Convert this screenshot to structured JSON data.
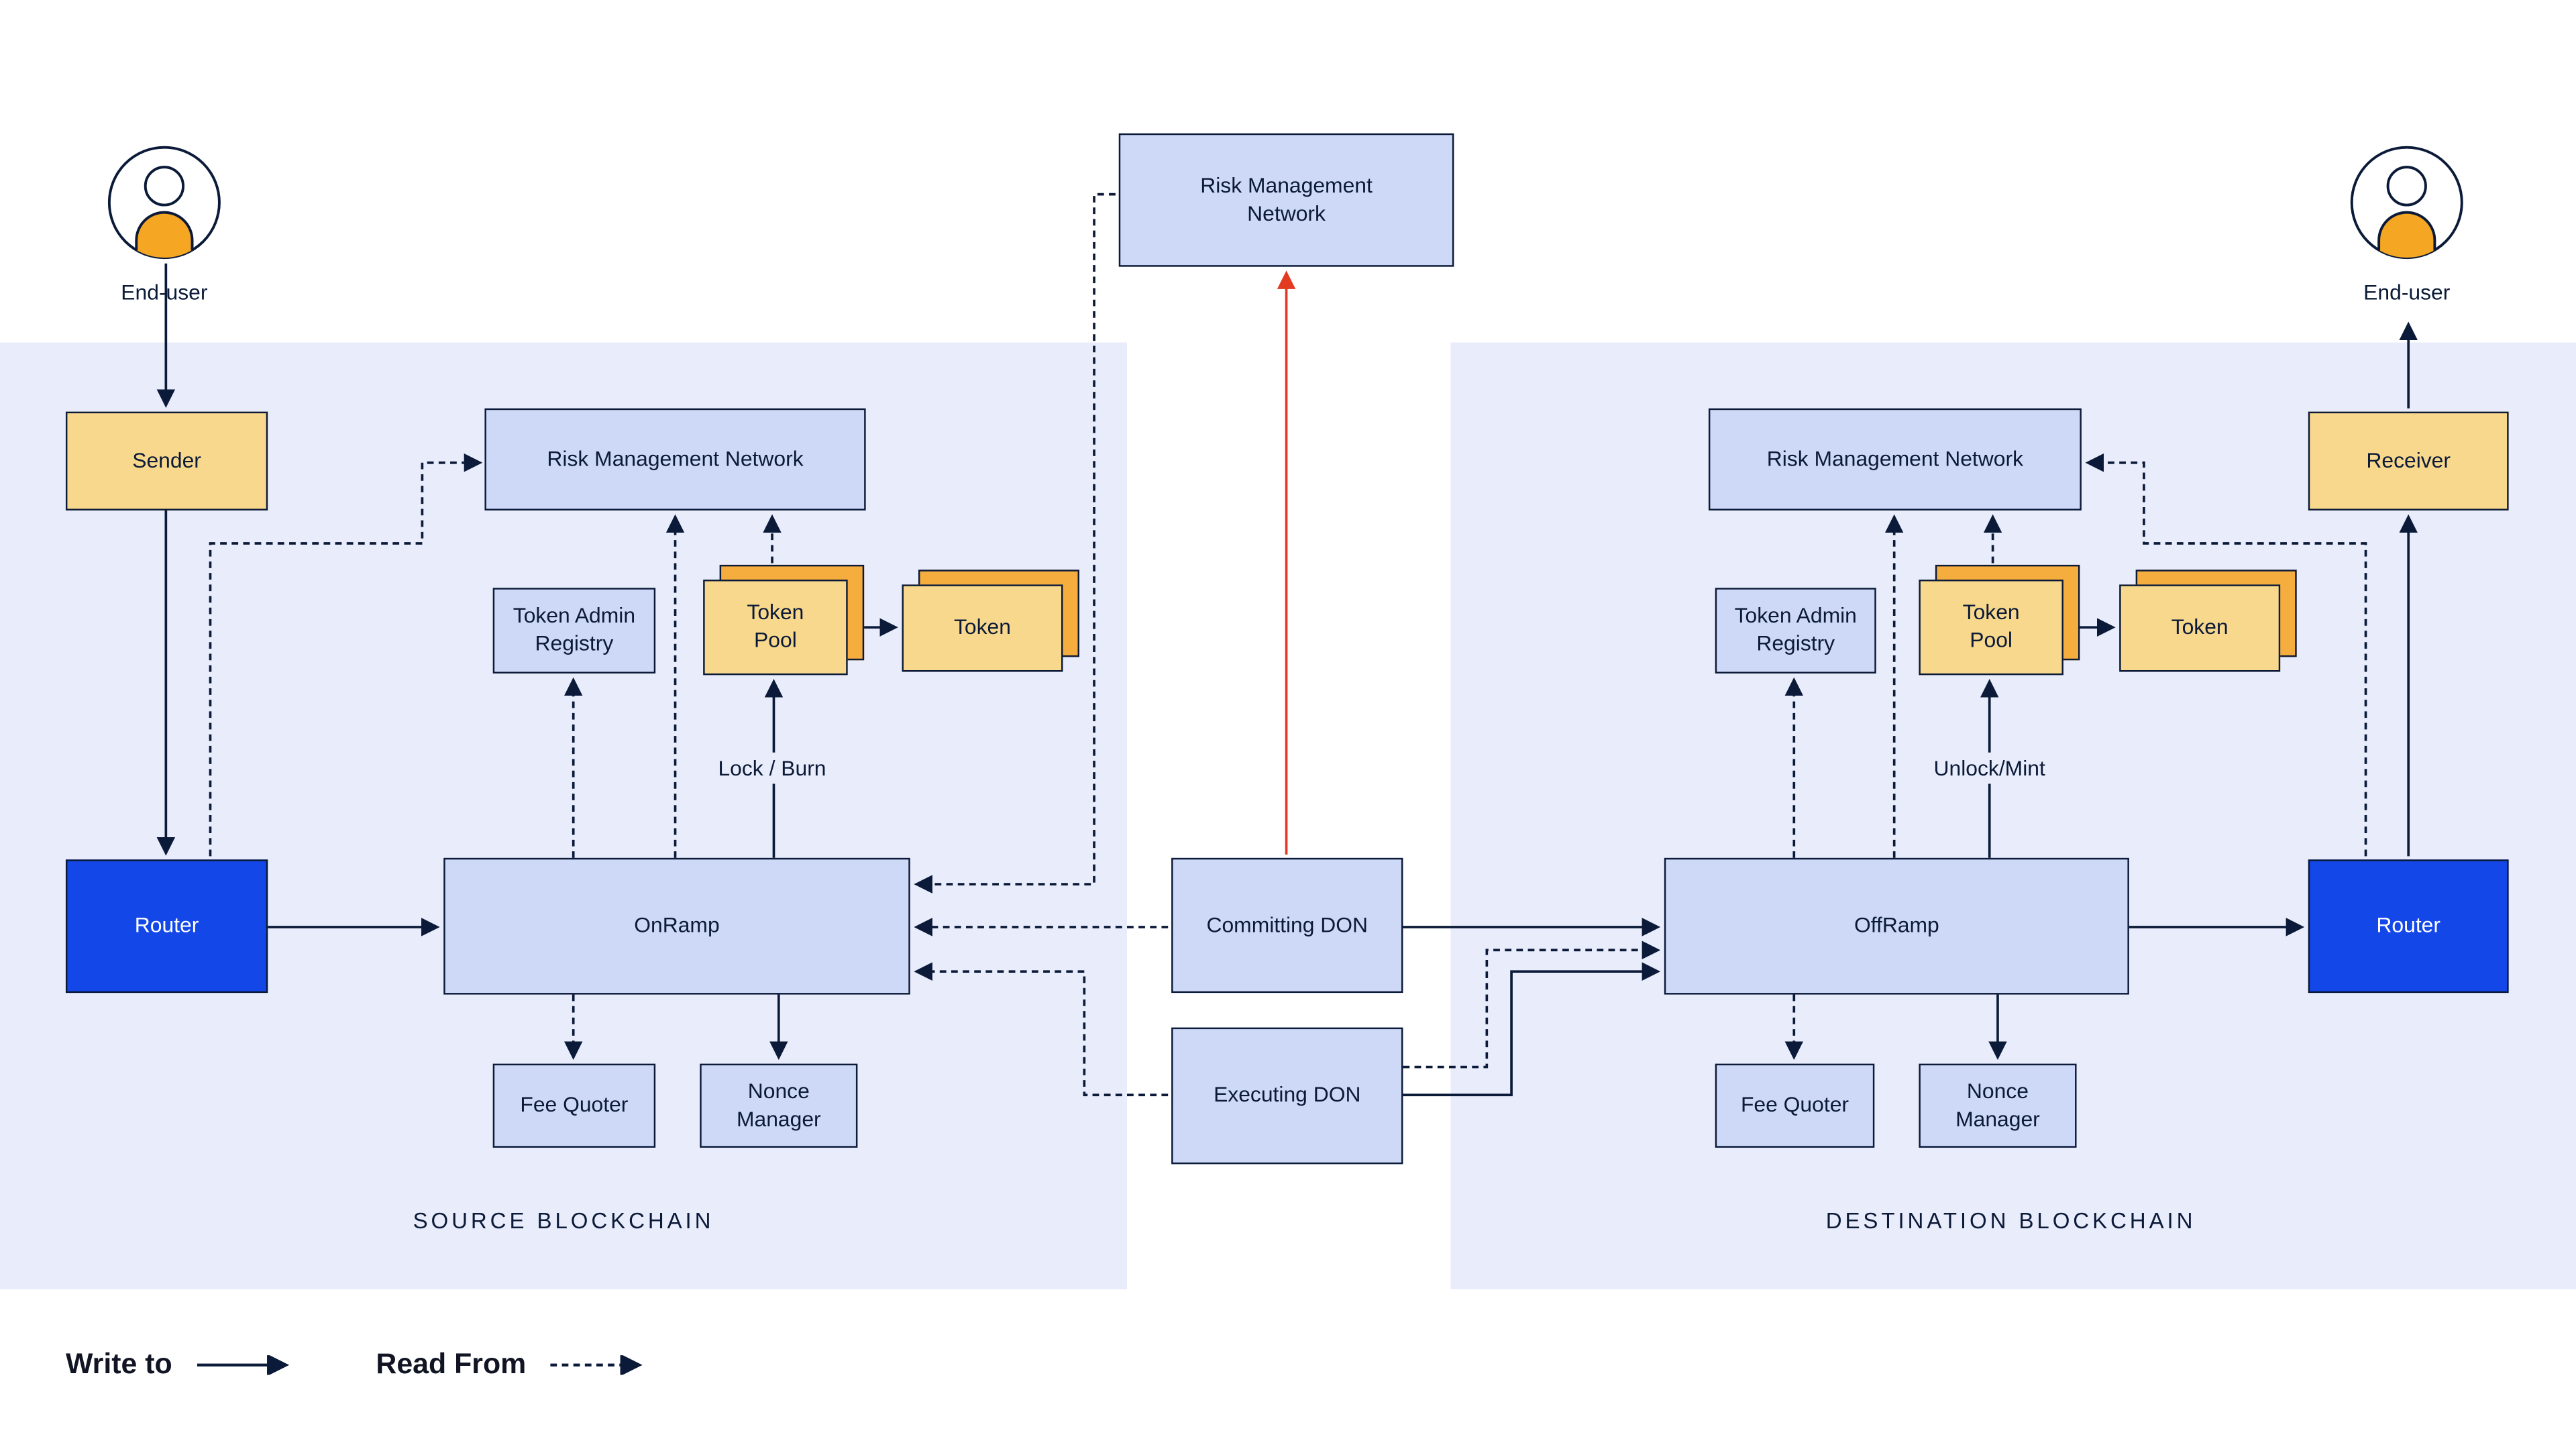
{
  "legend": {
    "write_to": "Write to",
    "read_from": "Read From"
  },
  "risk_management_network_top": "Risk Management Network",
  "center": {
    "committing_don": "Committing DON",
    "executing_don": "Executing DON"
  },
  "source": {
    "section_label": "SOURCE BLOCKCHAIN",
    "end_user": "End-user",
    "sender": "Sender",
    "router": "Router",
    "risk_management_network": "Risk Management Network",
    "token_admin_registry": "Token Admin Registry",
    "token_pool": "Token Pool",
    "token": "Token",
    "onramp": "OnRamp",
    "fee_quoter": "Fee Quoter",
    "nonce_manager": "Nonce Manager",
    "token_action": "Lock / Burn"
  },
  "destination": {
    "section_label": "DESTINATION BLOCKCHAIN",
    "end_user": "End-user",
    "receiver": "Receiver",
    "router": "Router",
    "risk_management_network": "Risk Management Network",
    "token_admin_registry": "Token Admin Registry",
    "token_pool": "Token Pool",
    "token": "Token",
    "offramp": "OffRamp",
    "fee_quoter": "Fee Quoter",
    "nonce_manager": "Nonce Manager",
    "token_action": "Unlock/Mint"
  },
  "colors": {
    "panel_background": "#e9edfb",
    "node_fill": "#cdd9f7",
    "node_border": "#0b1a38",
    "yellow_fill": "#f8d88c",
    "orange_stack_fill": "#f5ad3d",
    "router_blue": "#1347e8",
    "risk_arrow_red": "#e23b22",
    "avatar_orange": "#f5a623",
    "arrow_color": "#0b1a38"
  }
}
